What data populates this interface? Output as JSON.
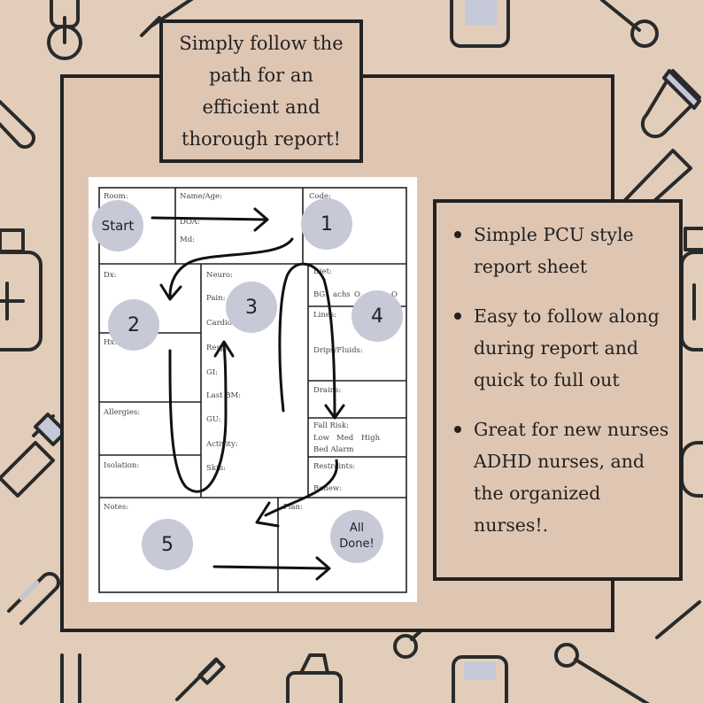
{
  "title": {
    "lines": [
      "Simply follow the",
      "path for an",
      "efficient and",
      "thorough report!"
    ]
  },
  "sheet": {
    "labels": {
      "room": "Room:",
      "name_age": "Name/Age:",
      "code": "Code:",
      "doa": "DOA:",
      "md": "Md:",
      "dx": "Dx:",
      "neuro": "Neuro:",
      "pain": "Pain:",
      "cardio": "Cardio:",
      "diet": "Diet:",
      "bg": "BG:",
      "achs": "achs",
      "q_options": "O",
      "lines": "Lines:",
      "hx": "Hx:",
      "resp": "Resp:",
      "gi": "GI:",
      "drips_fluids": "Drips/Fluids:",
      "last_bm": "Last BM:",
      "drains": "Drains:",
      "allergies": "Allergies:",
      "gu": "GU:",
      "fall_risk": "Fall Risk:",
      "low": "Low",
      "med": "Med",
      "high": "High",
      "bed_alarm": "Bed Alarm",
      "activity": "Activity:",
      "isolation": "Isolation:",
      "skin": "Skin:",
      "restraints": "Restraints:",
      "renew": "Renew:",
      "notes": "Notes:",
      "plan": "Plan:"
    },
    "steps": {
      "start": "Start",
      "one": "1",
      "two": "2",
      "three": "3",
      "four": "4",
      "five": "5",
      "done_line1": "All",
      "done_line2": "Done!"
    }
  },
  "features": [
    "Simple PCU style report sheet",
    "Easy to follow along during report and quick to full out",
    "Great for new nurses ADHD nurses, and the organized nurses!."
  ],
  "colors": {
    "background": "#e2cdbb",
    "panel": "#dfc6b3",
    "outline": "#222222",
    "step_circle": "#c8c9d6",
    "icon_accent": "#c5c8d8"
  }
}
